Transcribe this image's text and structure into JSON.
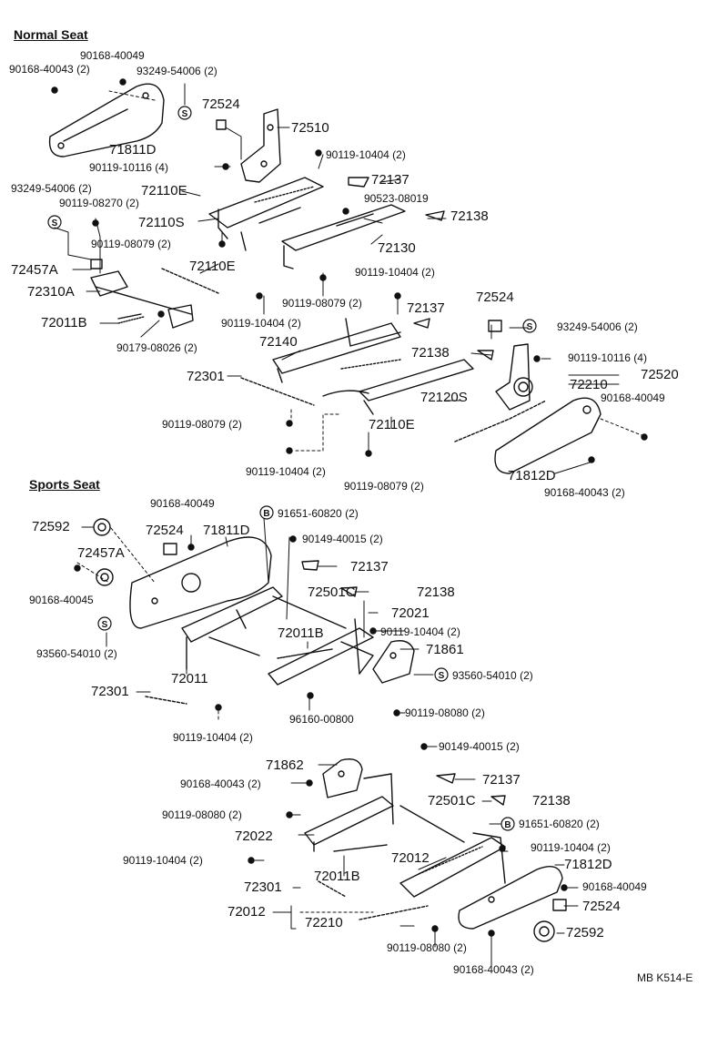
{
  "sections": {
    "normal": "Normal Seat",
    "sports": "Sports Seat"
  },
  "drawing_code": "MB K514-E",
  "s_symbol": "S",
  "b_symbol": "B",
  "normal_labels": [
    "90168-40049",
    "90168-40043 (2)",
    "93249-54006 (2)",
    "72524",
    "72510",
    "71811D",
    "90119-10116 (4)",
    "90119-10404 (2)",
    "72137",
    "93249-54006 (2)",
    "90119-08270 (2)",
    "72110E",
    "90523-08019",
    "72138",
    "72110S",
    "72130",
    "90119-08079 (2)",
    "72110E",
    "72457A",
    "90119-10404 (2)",
    "72310A",
    "90119-08079 (2)",
    "72137",
    "72524",
    "72011B",
    "90119-10404 (2)",
    "93249-54006 (2)",
    "90179-08026 (2)",
    "72140",
    "72138",
    "90119-10116 (4)",
    "72301",
    "72210",
    "72520",
    "72120S",
    "90168-40049",
    "90119-08079 (2)",
    "72110E",
    "90119-10404 (2)",
    "71812D",
    "90119-08079 (2)",
    "90168-40043 (2)"
  ],
  "sports_labels": [
    "90168-40049",
    "91651-60820 (2)",
    "72592",
    "72524",
    "71811D",
    "90149-40015 (2)",
    "72457A",
    "72137",
    "90168-40045",
    "72501C",
    "72138",
    "72021",
    "72011B",
    "90119-10404 (2)",
    "93560-54010 (2)",
    "71861",
    "72011",
    "93560-54010 (2)",
    "72301",
    "90119-08080 (2)",
    "96160-00800",
    "90119-10404 (2)",
    "90149-40015 (2)",
    "71862",
    "90168-40043 (2)",
    "72137",
    "72501C",
    "72138",
    "90119-08080 (2)",
    "91651-60820 (2)",
    "72022",
    "90119-10404 (2)",
    "72012",
    "71812D",
    "90119-10404 (2)",
    "72011B",
    "90168-40049",
    "72301",
    "72524",
    "72012",
    "72210",
    "72592",
    "90119-08080 (2)",
    "90168-40043 (2)"
  ]
}
